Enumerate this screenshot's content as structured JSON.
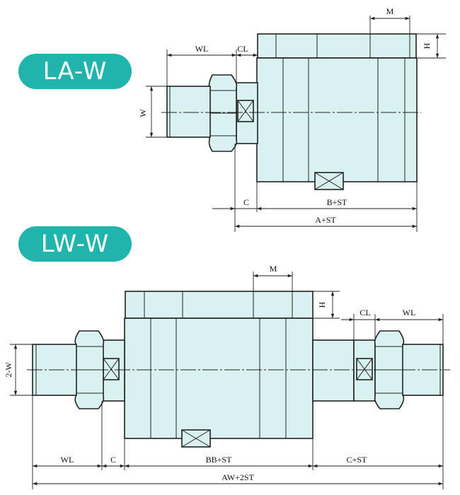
{
  "colors": {
    "accent": "#1fb5ac",
    "body_fill": "#d9f1f1",
    "line": "#222222"
  },
  "top": {
    "badge": "LA-W",
    "labels": {
      "M": "M",
      "H": "H",
      "WL": "WL",
      "CL": "CL",
      "W": "W",
      "C": "C",
      "B": "B+ST",
      "A": "A+ST"
    }
  },
  "bottom": {
    "badge": "LW-W",
    "labels": {
      "M": "M",
      "H": "H",
      "CL": "CL",
      "WL_right": "WL",
      "W2": "2-W",
      "WL_left": "WL",
      "C": "C",
      "BB": "BB+ST",
      "CST": "C+ST",
      "AW": "AW+2ST"
    }
  }
}
